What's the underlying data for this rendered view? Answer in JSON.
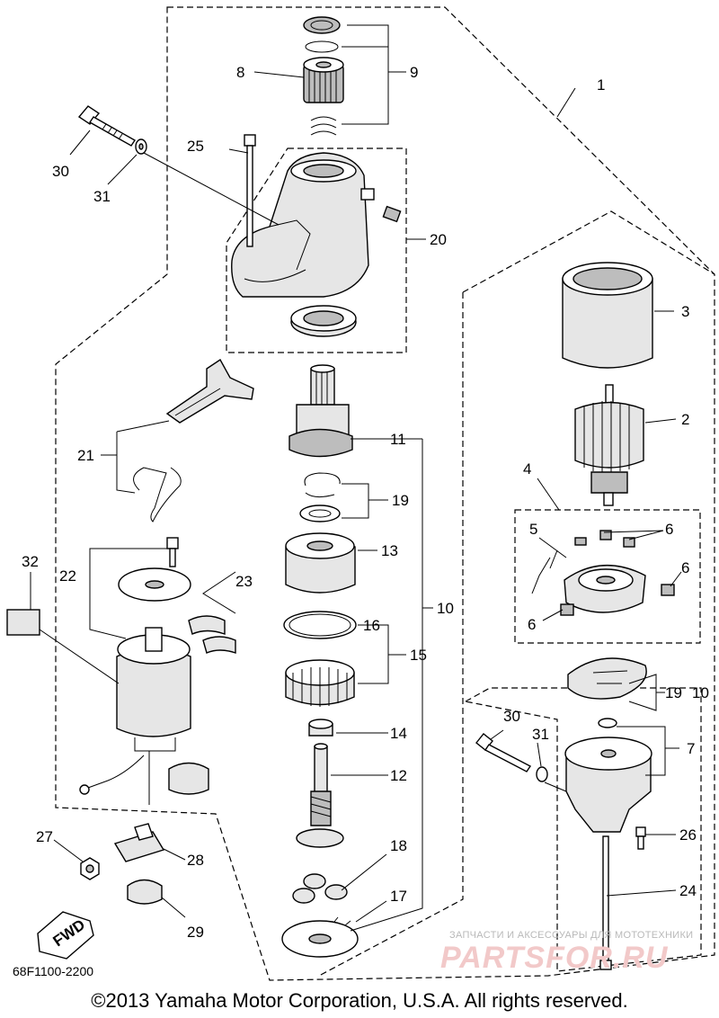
{
  "callouts": {
    "c1": "1",
    "c2": "2",
    "c3": "3",
    "c4": "4",
    "c5": "5",
    "c6a": "6",
    "c6b": "6",
    "c6c": "6",
    "c7": "7",
    "c8": "8",
    "c9": "9",
    "c10a": "10",
    "c10b": "10",
    "c11": "11",
    "c12": "12",
    "c13": "13",
    "c14": "14",
    "c15": "15",
    "c16": "16",
    "c17": "17",
    "c18": "18",
    "c19a": "19",
    "c19b": "19",
    "c20": "20",
    "c21": "21",
    "c22": "22",
    "c23": "23",
    "c24": "24",
    "c25": "25",
    "c26": "26",
    "c27": "27",
    "c28": "28",
    "c29": "29",
    "c30a": "30",
    "c30b": "30",
    "c31a": "31",
    "c31b": "31",
    "c32": "32"
  },
  "fwd_label": "FWD",
  "diagram_code": "68F1100-2200",
  "copyright": "©2013 Yamaha Motor Corporation, U.S.A. All rights reserved.",
  "watermark": {
    "top_text": "ЗАПЧАСТИ И АКСЕССУАРЫ ДЛЯ МОТОТЕХНИКИ",
    "logo_text": "PARTSFOR.RU"
  }
}
